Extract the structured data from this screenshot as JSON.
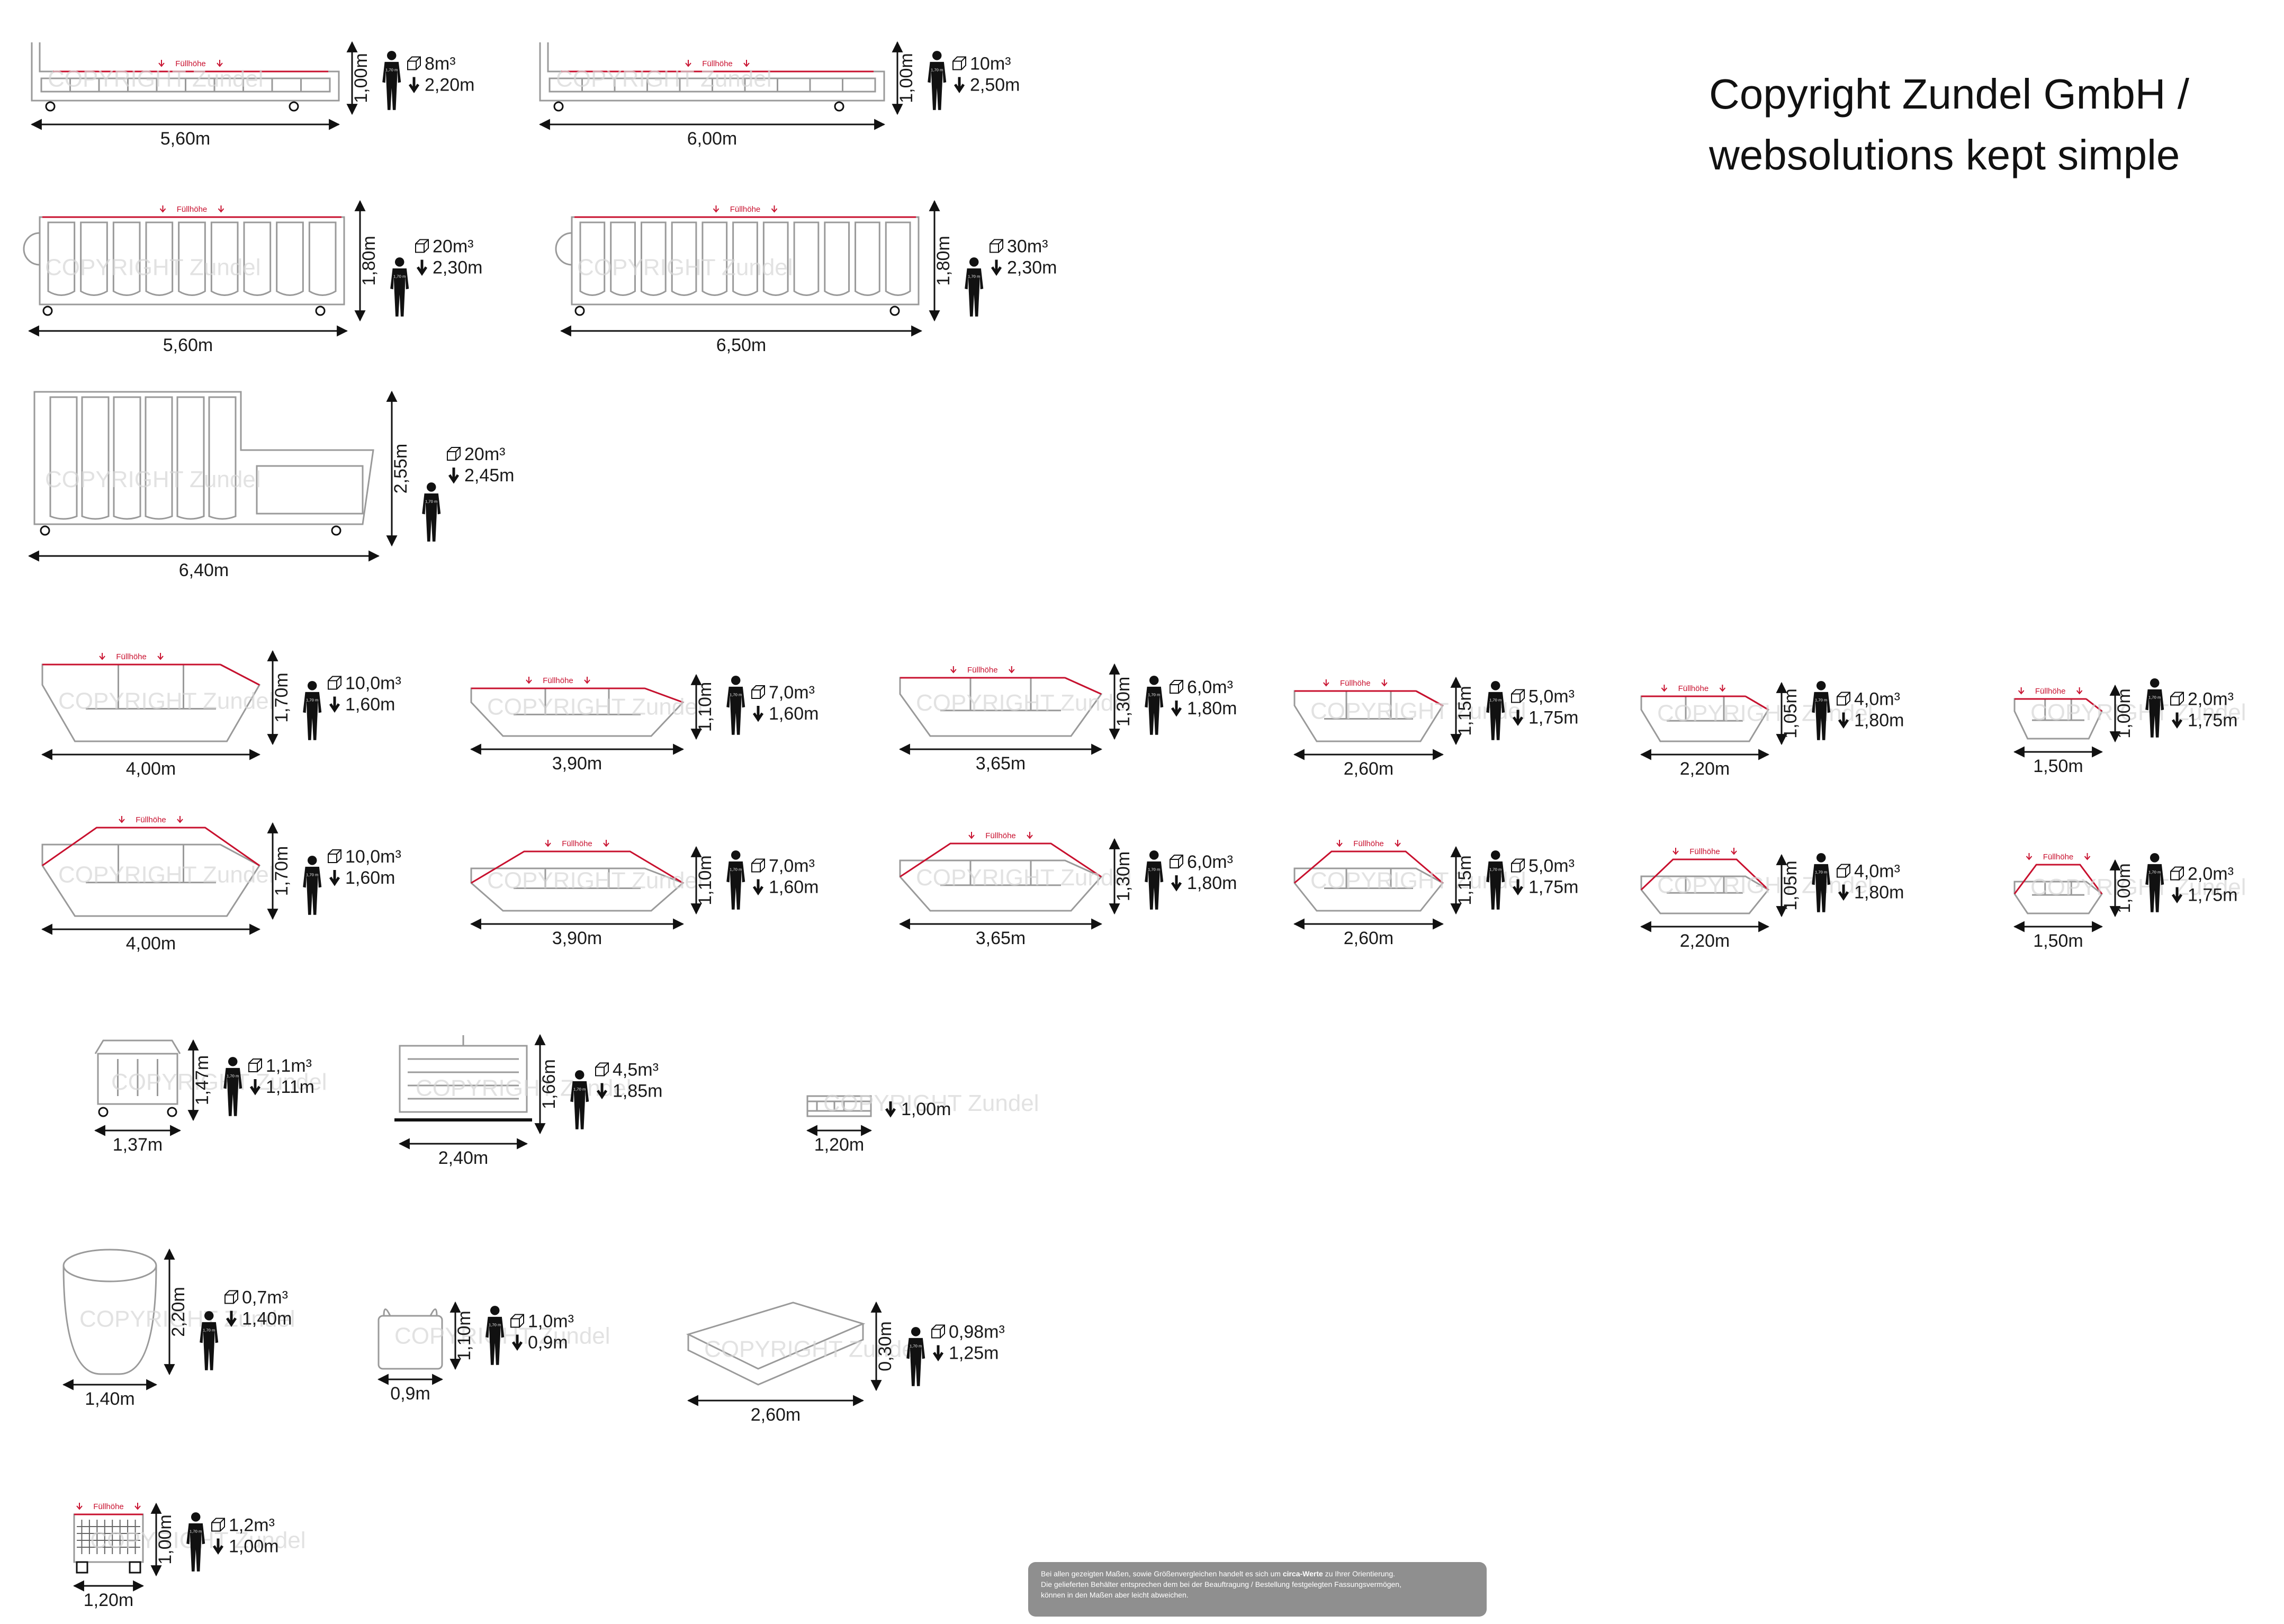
{
  "copyright": {
    "line1": "Copyright Zundel GmbH /",
    "line2": "websolutions kept simple"
  },
  "figure_height_label": "1,70 m",
  "fill_label": "Füllhöhe",
  "watermark": "COPYRIGHT Zundel",
  "colors": {
    "outline": "#9a9a9a",
    "fill_line": "#c8102e",
    "text": "#1a1a1a",
    "note_bg": "#8f8f8f"
  },
  "containers": [
    {
      "id": "abroll-8",
      "type": "roll-off",
      "length": "5,60m",
      "height": "1,00m",
      "volume": "8m³",
      "load_height": "2,20m"
    },
    {
      "id": "abroll-10",
      "type": "roll-off",
      "length": "6,00m",
      "height": "1,00m",
      "volume": "10m³",
      "load_height": "2,50m"
    },
    {
      "id": "abroll-20",
      "type": "roll-off-high",
      "length": "5,60m",
      "height": "1,80m",
      "volume": "20m³",
      "load_height": "2,30m"
    },
    {
      "id": "abroll-30",
      "type": "roll-off-high",
      "length": "6,50m",
      "height": "1,80m",
      "volume": "30m³",
      "load_height": "2,30m"
    },
    {
      "id": "abroll-20-deckel",
      "type": "roll-off-lid",
      "length": "6,40m",
      "height": "2,55m",
      "volume": "20m³",
      "load_height": "2,45m"
    },
    {
      "id": "mulde-10-open",
      "type": "skip",
      "length": "4,00m",
      "height": "1,70m",
      "volume": "10,0m³",
      "load_height": "1,60m"
    },
    {
      "id": "mulde-7-open",
      "type": "skip",
      "length": "3,90m",
      "height": "1,10m",
      "volume": "7,0m³",
      "load_height": "1,60m"
    },
    {
      "id": "mulde-6-open",
      "type": "skip",
      "length": "3,65m",
      "height": "1,30m",
      "volume": "6,0m³",
      "load_height": "1,80m"
    },
    {
      "id": "mulde-5-open",
      "type": "skip",
      "length": "2,60m",
      "height": "1,15m",
      "volume": "5,0m³",
      "load_height": "1,75m"
    },
    {
      "id": "mulde-4-open",
      "type": "skip",
      "length": "2,20m",
      "height": "1,05m",
      "volume": "4,0m³",
      "load_height": "1,80m"
    },
    {
      "id": "mulde-2-open",
      "type": "skip",
      "length": "1,50m",
      "height": "1,00m",
      "volume": "2,0m³",
      "load_height": "1,75m"
    },
    {
      "id": "mulde-10-closed",
      "type": "skip-heap",
      "length": "4,00m",
      "height": "1,70m",
      "volume": "10,0m³",
      "load_height": "1,60m"
    },
    {
      "id": "mulde-7-closed",
      "type": "skip-heap",
      "length": "3,90m",
      "height": "1,10m",
      "volume": "7,0m³",
      "load_height": "1,60m"
    },
    {
      "id": "mulde-6-closed",
      "type": "skip-heap",
      "length": "3,65m",
      "height": "1,30m",
      "volume": "6,0m³",
      "load_height": "1,80m"
    },
    {
      "id": "mulde-5-closed",
      "type": "skip-heap",
      "length": "2,60m",
      "height": "1,15m",
      "volume": "5,0m³",
      "load_height": "1,75m"
    },
    {
      "id": "mulde-4-closed",
      "type": "skip-heap",
      "length": "2,20m",
      "height": "1,05m",
      "volume": "4,0m³",
      "load_height": "1,80m"
    },
    {
      "id": "mulde-2-closed",
      "type": "skip-heap",
      "length": "1,50m",
      "height": "1,00m",
      "volume": "2,0m³",
      "load_height": "1,75m"
    },
    {
      "id": "tonne-1100",
      "type": "bin",
      "length": "1,37m",
      "height": "1,47m",
      "volume": "1,1m³",
      "load_height": "1,11m"
    },
    {
      "id": "frontlader-4-5",
      "type": "frontloader",
      "length": "2,40m",
      "height": "1,66m",
      "volume": "4,5m³",
      "load_height": "1,85m"
    },
    {
      "id": "palette",
      "type": "pallet",
      "length": "1,20m",
      "load_height": "1,00m"
    },
    {
      "id": "bigbag-0-7",
      "type": "bigbag-round",
      "length": "1,40m",
      "height": "2,20m",
      "volume": "0,7m³",
      "load_height": "1,40m"
    },
    {
      "id": "bigbag-1-0",
      "type": "bigbag",
      "length": "0,9m",
      "height": "1,10m",
      "volume": "1,0m³",
      "load_height": "0,9m"
    },
    {
      "id": "flachbag",
      "type": "flatbag",
      "length": "2,60m",
      "height": "0,30m",
      "volume": "0,98m³",
      "load_height": "1,25m"
    },
    {
      "id": "gitterbox",
      "type": "mesh-box",
      "length": "1,20m",
      "height": "1,00m",
      "volume": "1,2m³",
      "load_height": "1,00m"
    }
  ],
  "note": {
    "line1_a": "Bei allen gezeigten Maßen, sowie Größenvergleichen handelt es sich um ",
    "line1_b": "circa-Werte",
    "line1_c": " zu Ihrer Orientierung.",
    "line2": "Die gelieferten Behälter entsprechen dem bei der Beauftragung / Bestellung festgelegten Fassungsvermögen,",
    "line3": "können in den Maßen aber leicht abweichen."
  }
}
